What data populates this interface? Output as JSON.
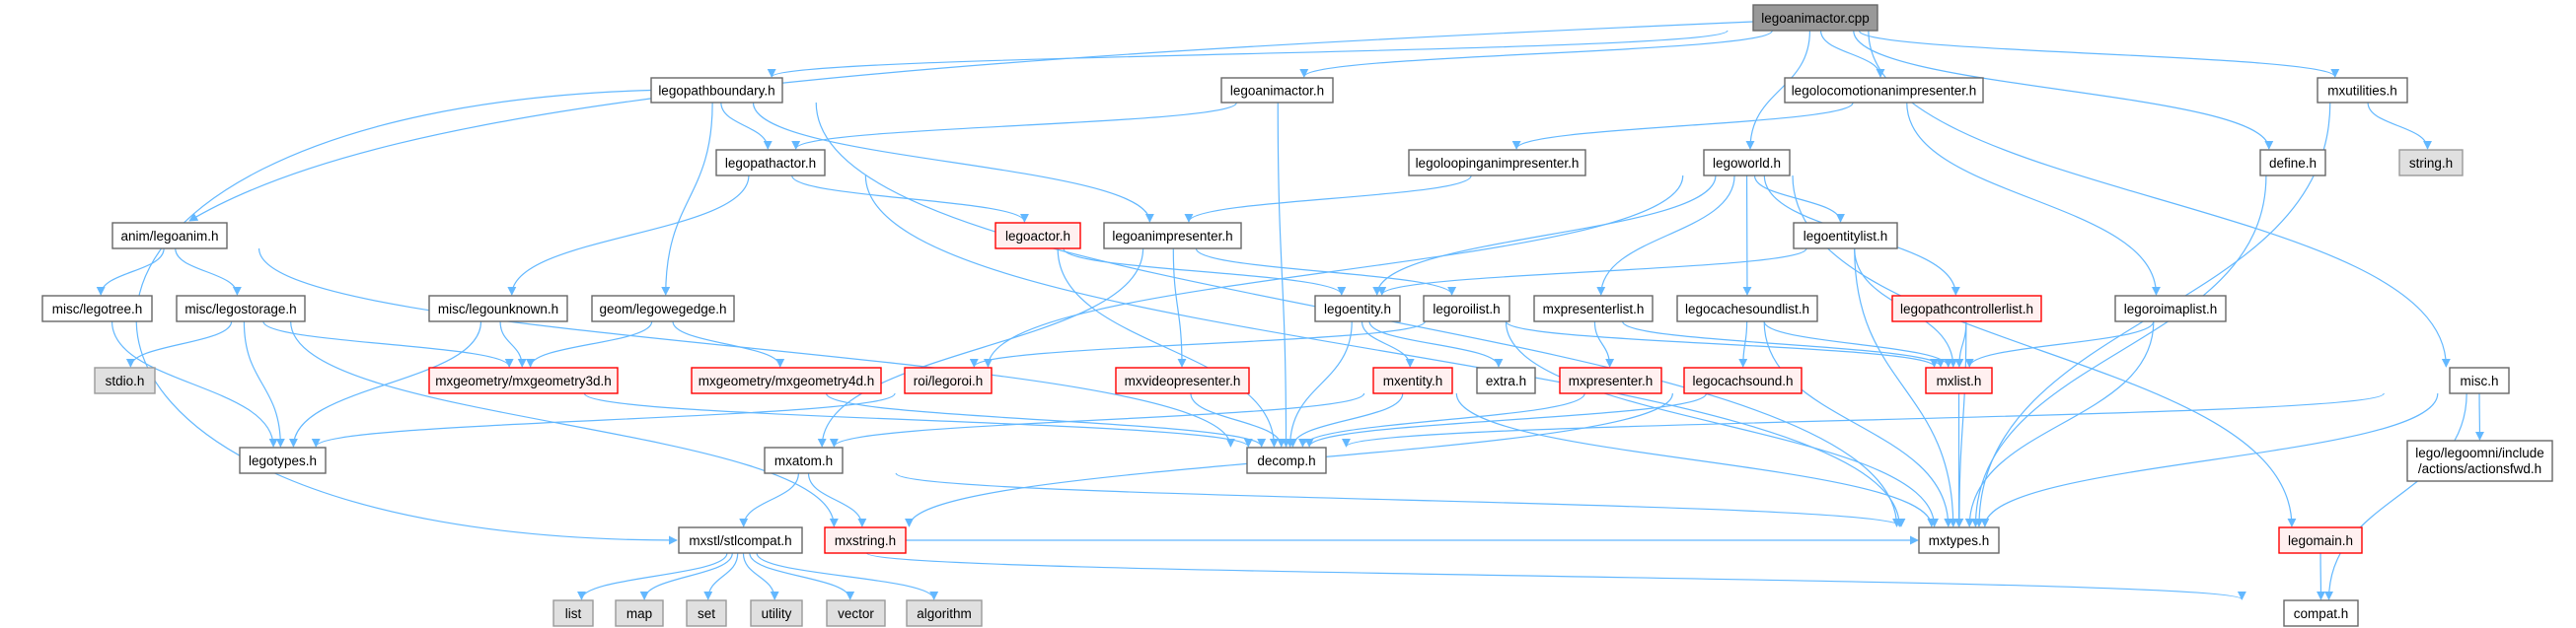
{
  "title": "legoanimactor.cpp",
  "colors": {
    "edge": "#63b8ff",
    "red_border": "#ff0000",
    "red_fill": "#fff0f0",
    "gray_fill": "#e0e0e0",
    "root_fill": "#999999"
  },
  "nodes": [
    {
      "id": "cpp",
      "label": "legoanimactor.cpp",
      "style": "root"
    },
    {
      "id": "pathboundary",
      "label": "legopathboundary.h",
      "style": "normal"
    },
    {
      "id": "animactorh",
      "label": "legoanimactor.h",
      "style": "normal"
    },
    {
      "id": "locomotion",
      "label": "legolocomotionanimpresenter.h",
      "style": "normal"
    },
    {
      "id": "mxutilities",
      "label": "mxutilities.h",
      "style": "normal"
    },
    {
      "id": "pathactor",
      "label": "legopathactor.h",
      "style": "normal"
    },
    {
      "id": "looping",
      "label": "legoloopinganimpresenter.h",
      "style": "normal"
    },
    {
      "id": "legoworld",
      "label": "legoworld.h",
      "style": "normal"
    },
    {
      "id": "define",
      "label": "define.h",
      "style": "normal"
    },
    {
      "id": "stringh",
      "label": "string.h",
      "style": "gray"
    },
    {
      "id": "legoanim",
      "label": "anim/legoanim.h",
      "style": "normal"
    },
    {
      "id": "legoactor",
      "label": "legoactor.h",
      "style": "red"
    },
    {
      "id": "animpresenter",
      "label": "legoanimpresenter.h",
      "style": "normal"
    },
    {
      "id": "entitylist",
      "label": "legoentitylist.h",
      "style": "normal"
    },
    {
      "id": "legotree",
      "label": "misc/legotree.h",
      "style": "normal"
    },
    {
      "id": "legostorage",
      "label": "misc/legostorage.h",
      "style": "normal"
    },
    {
      "id": "legounknown",
      "label": "misc/legounknown.h",
      "style": "normal"
    },
    {
      "id": "wegedge",
      "label": "geom/legowegedge.h",
      "style": "normal"
    },
    {
      "id": "legoentity",
      "label": "legoentity.h",
      "style": "normal"
    },
    {
      "id": "roilist",
      "label": "legoroilist.h",
      "style": "normal"
    },
    {
      "id": "presenterlist",
      "label": "mxpresenterlist.h",
      "style": "normal"
    },
    {
      "id": "cachesoundlist",
      "label": "legocachesoundlist.h",
      "style": "normal"
    },
    {
      "id": "pathctrllist",
      "label": "legopathcontrollerlist.h",
      "style": "red"
    },
    {
      "id": "roimaplist",
      "label": "legoroimaplist.h",
      "style": "normal"
    },
    {
      "id": "stdio",
      "label": "stdio.h",
      "style": "gray"
    },
    {
      "id": "geom3d",
      "label": "mxgeometry/mxgeometry3d.h",
      "style": "red"
    },
    {
      "id": "geom4d",
      "label": "mxgeometry/mxgeometry4d.h",
      "style": "red"
    },
    {
      "id": "legoroi",
      "label": "roi/legoroi.h",
      "style": "red"
    },
    {
      "id": "videopresenter",
      "label": "mxvideopresenter.h",
      "style": "red"
    },
    {
      "id": "mxentity",
      "label": "mxentity.h",
      "style": "red"
    },
    {
      "id": "extra",
      "label": "extra.h",
      "style": "normal"
    },
    {
      "id": "mxpresenter",
      "label": "mxpresenter.h",
      "style": "red"
    },
    {
      "id": "cachsound",
      "label": "legocachsound.h",
      "style": "red"
    },
    {
      "id": "mxlist",
      "label": "mxlist.h",
      "style": "red"
    },
    {
      "id": "misc",
      "label": "misc.h",
      "style": "normal"
    },
    {
      "id": "legotypes",
      "label": "legotypes.h",
      "style": "normal"
    },
    {
      "id": "mxatom",
      "label": "mxatom.h",
      "style": "normal"
    },
    {
      "id": "decomp",
      "label": "decomp.h",
      "style": "normal"
    },
    {
      "id": "actionsfwd",
      "label": "lego/legoomni/include\n/actions/actionsfwd.h",
      "style": "normal"
    },
    {
      "id": "stlcompat",
      "label": "mxstl/stlcompat.h",
      "style": "normal"
    },
    {
      "id": "mxstring",
      "label": "mxstring.h",
      "style": "red"
    },
    {
      "id": "mxtypes",
      "label": "mxtypes.h",
      "style": "normal"
    },
    {
      "id": "legomain",
      "label": "legomain.h",
      "style": "red"
    },
    {
      "id": "list",
      "label": "list",
      "style": "gray"
    },
    {
      "id": "map",
      "label": "map",
      "style": "gray"
    },
    {
      "id": "set",
      "label": "set",
      "style": "gray"
    },
    {
      "id": "utility",
      "label": "utility",
      "style": "gray"
    },
    {
      "id": "vector",
      "label": "vector",
      "style": "gray"
    },
    {
      "id": "algorithm",
      "label": "algorithm",
      "style": "gray"
    },
    {
      "id": "compat",
      "label": "compat.h",
      "style": "normal"
    }
  ],
  "edges": [
    [
      "cpp",
      "pathboundary"
    ],
    [
      "cpp",
      "animactorh"
    ],
    [
      "cpp",
      "locomotion"
    ],
    [
      "cpp",
      "legoworld"
    ],
    [
      "cpp",
      "define"
    ],
    [
      "cpp",
      "mxutilities"
    ],
    [
      "cpp",
      "misc"
    ],
    [
      "cpp",
      "legoanim"
    ],
    [
      "pathboundary",
      "stlcompat"
    ],
    [
      "pathboundary",
      "mxtypes"
    ],
    [
      "pathboundary",
      "pathactor"
    ],
    [
      "pathboundary",
      "wegedge"
    ],
    [
      "pathboundary",
      "animpresenter"
    ],
    [
      "animactorh",
      "pathactor"
    ],
    [
      "animactorh",
      "decomp"
    ],
    [
      "pathactor",
      "legounknown"
    ],
    [
      "pathactor",
      "legoactor"
    ],
    [
      "pathactor",
      "mxtypes"
    ],
    [
      "legoanim",
      "legotree"
    ],
    [
      "legoanim",
      "legostorage"
    ],
    [
      "legoanim",
      "decomp"
    ],
    [
      "legotree",
      "legotypes"
    ],
    [
      "legostorage",
      "stdio"
    ],
    [
      "legostorage",
      "geom3d"
    ],
    [
      "legostorage",
      "legotypes"
    ],
    [
      "legostorage",
      "mxstring"
    ],
    [
      "legounknown",
      "legotypes"
    ],
    [
      "legounknown",
      "geom3d"
    ],
    [
      "wegedge",
      "geom3d"
    ],
    [
      "wegedge",
      "geom4d"
    ],
    [
      "geom3d",
      "decomp"
    ],
    [
      "geom4d",
      "decomp"
    ],
    [
      "legoroi",
      "legotypes"
    ],
    [
      "animpresenter",
      "roilist"
    ],
    [
      "animpresenter",
      "videopresenter"
    ],
    [
      "animpresenter",
      "mxatom"
    ],
    [
      "looping",
      "animpresenter"
    ],
    [
      "locomotion",
      "looping"
    ],
    [
      "locomotion",
      "roimaplist"
    ],
    [
      "legoactor",
      "legoentity"
    ],
    [
      "legoactor",
      "decomp"
    ],
    [
      "legoworld",
      "legoroi"
    ],
    [
      "legoworld",
      "legoentity"
    ],
    [
      "legoworld",
      "presenterlist"
    ],
    [
      "legoworld",
      "cachesoundlist"
    ],
    [
      "legoworld",
      "entitylist"
    ],
    [
      "legoworld",
      "pathctrllist"
    ],
    [
      "legoworld",
      "legomain"
    ],
    [
      "entitylist",
      "legoentity"
    ],
    [
      "entitylist",
      "mxlist"
    ],
    [
      "entitylist",
      "mxtypes"
    ],
    [
      "legoentity",
      "decomp"
    ],
    [
      "legoentity",
      "mxentity"
    ],
    [
      "legoentity",
      "extra"
    ],
    [
      "roilist",
      "legoroi"
    ],
    [
      "roilist",
      "mxlist"
    ],
    [
      "roilist",
      "mxtypes"
    ],
    [
      "presenterlist",
      "mxpresenter"
    ],
    [
      "presenterlist",
      "mxlist"
    ],
    [
      "cachesoundlist",
      "cachsound"
    ],
    [
      "cachesoundlist",
      "mxlist"
    ],
    [
      "cachesoundlist",
      "mxtypes"
    ],
    [
      "pathctrllist",
      "mxlist"
    ],
    [
      "pathctrllist",
      "mxtypes"
    ],
    [
      "roimaplist",
      "mxlist"
    ],
    [
      "roimaplist",
      "mxtypes"
    ],
    [
      "define",
      "mxtypes"
    ],
    [
      "mxutilities",
      "mxtypes"
    ],
    [
      "mxutilities",
      "stringh"
    ],
    [
      "misc",
      "decomp"
    ],
    [
      "misc",
      "mxtypes"
    ],
    [
      "misc",
      "actionsfwd"
    ],
    [
      "misc",
      "compat"
    ],
    [
      "mxentity",
      "decomp"
    ],
    [
      "mxentity",
      "mxatom"
    ],
    [
      "mxentity",
      "mxtypes"
    ],
    [
      "videopresenter",
      "decomp"
    ],
    [
      "mxpresenter",
      "decomp"
    ],
    [
      "cachsound",
      "decomp"
    ],
    [
      "cachsound",
      "mxstring"
    ],
    [
      "mxlist",
      "mxtypes"
    ],
    [
      "legomain",
      "compat"
    ],
    [
      "mxatom",
      "stlcompat"
    ],
    [
      "mxatom",
      "mxstring"
    ],
    [
      "mxatom",
      "mxtypes"
    ],
    [
      "stlcompat",
      "list"
    ],
    [
      "stlcompat",
      "map"
    ],
    [
      "stlcompat",
      "set"
    ],
    [
      "stlcompat",
      "utility"
    ],
    [
      "stlcompat",
      "vector"
    ],
    [
      "stlcompat",
      "algorithm"
    ],
    [
      "stlcompat",
      "compat"
    ],
    [
      "mxstring",
      "mxtypes"
    ]
  ]
}
